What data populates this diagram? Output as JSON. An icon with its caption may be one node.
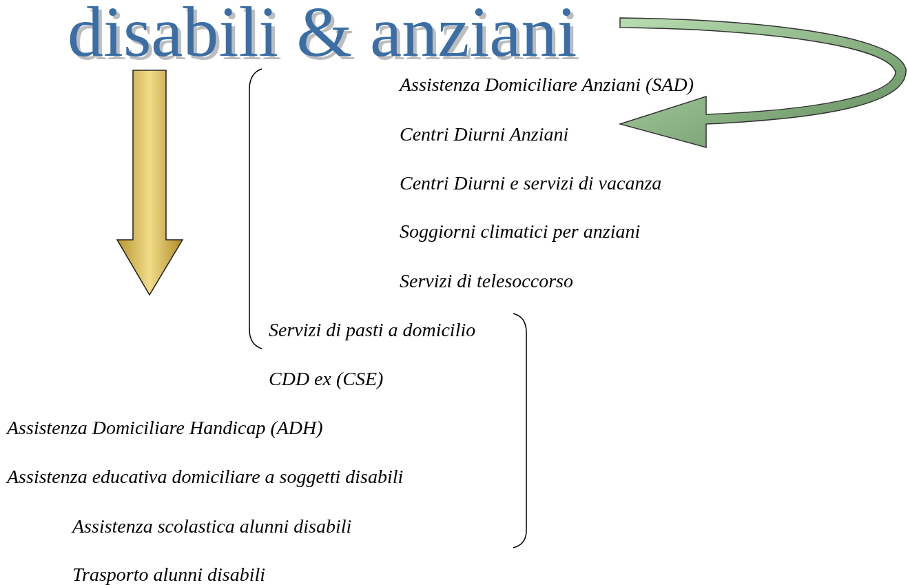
{
  "diagram": {
    "title": "disabili & anziani",
    "labels": [
      "Assistenza Domiciliare Anziani (SAD)",
      "Centri Diurni Anziani",
      "Centri Diurni e servizi di vacanza",
      "Soggiorni climatici per anziani",
      "Servizi di telesoccorso",
      "Servizi di pasti a domicilio",
      "CDD ex (CSE)",
      "Assistenza Domiciliare Handicap (ADH)",
      "Assistenza educativa domiciliare a soggetti disabili",
      "Assistenza scolastica alunni disabili",
      "Trasporto alunni disabili"
    ]
  }
}
